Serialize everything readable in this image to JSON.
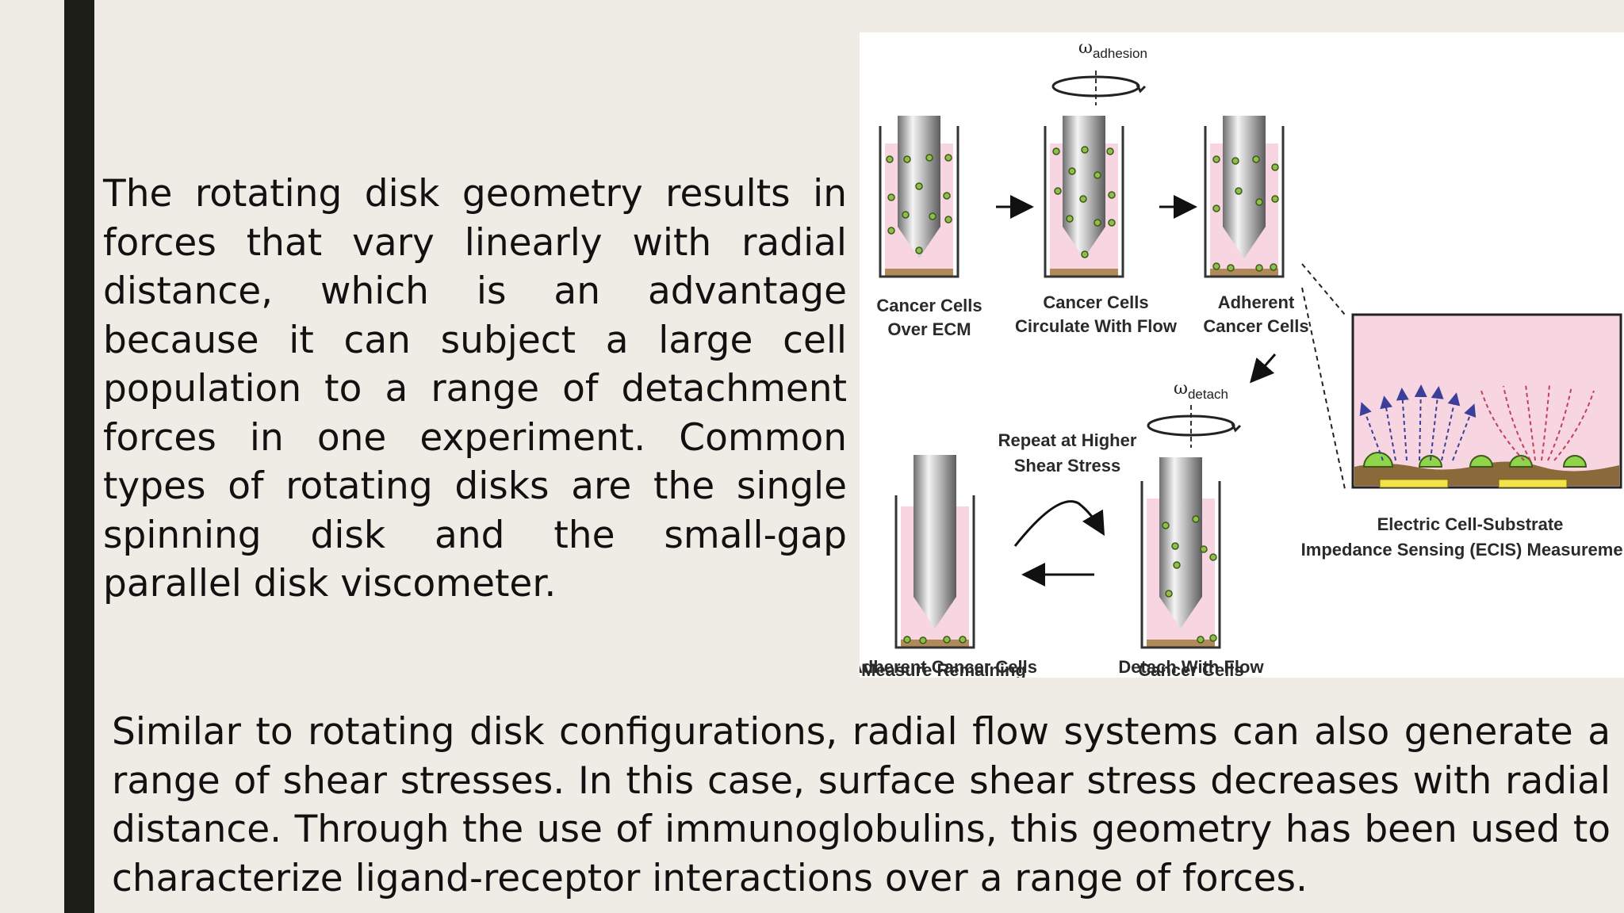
{
  "paragraph_top": "The rotating disk geometry results in forces that vary linearly with radial distance, which is an advantage because it can subject a large cell population to a range of detachment forces in one experiment. Common types of rotating disks are the single spinning disk and the small-gap parallel disk viscometer.",
  "paragraph_bottom": "Similar to rotating disk configurations, radial flow systems can also generate a range of shear stresses. In this case, surface shear stress decreases with radial distance. Through the use of immunoglobulins, this geometry has been used to characterize ligand-receptor interactions over a range of forces.",
  "figure": {
    "omega_adhesion": {
      "symbol": "ω",
      "sub": "adhesion"
    },
    "omega_detach": {
      "symbol": "ω",
      "sub": "detach"
    },
    "label_1_line1": "Cancer Cells",
    "label_1_line2": "Over ECM",
    "label_2_line1": "Cancer Cells",
    "label_2_line2": "Circulate With Flow",
    "label_3_line1": "Adherent",
    "label_3_line2": "Cancer Cells",
    "label_repeat_line1": "Repeat at Higher",
    "label_repeat_line2": "Shear Stress",
    "label_measure_line1": "Measure Remaining",
    "label_measure_line2": "Adherent Cancer Cells",
    "label_detach_line1": "Cancer Cells",
    "label_detach_line2": "Detach With Flow",
    "label_ecis_line1": "Electric Cell-Substrate",
    "label_ecis_line2": "Impedance Sensing (ECIS) Measurement"
  }
}
